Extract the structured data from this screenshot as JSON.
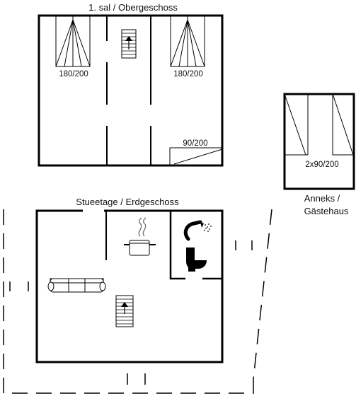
{
  "upper_floor": {
    "title": "1. sal / Obergeschoss",
    "bed_left": "180/200",
    "bed_right": "180/200",
    "bed_small": "90/200"
  },
  "ground_floor": {
    "title": "Stueetage / Erdgeschoss"
  },
  "annex": {
    "title_line1": "Anneks /",
    "title_line2": "Gästehaus",
    "beds": "2x90/200"
  },
  "icons": {
    "stairs": "stairs-icon",
    "bed": "bed-icon",
    "stove": "stove-icon",
    "shower": "shower-icon",
    "toilet": "toilet-icon",
    "sofa": "sofa-icon"
  }
}
